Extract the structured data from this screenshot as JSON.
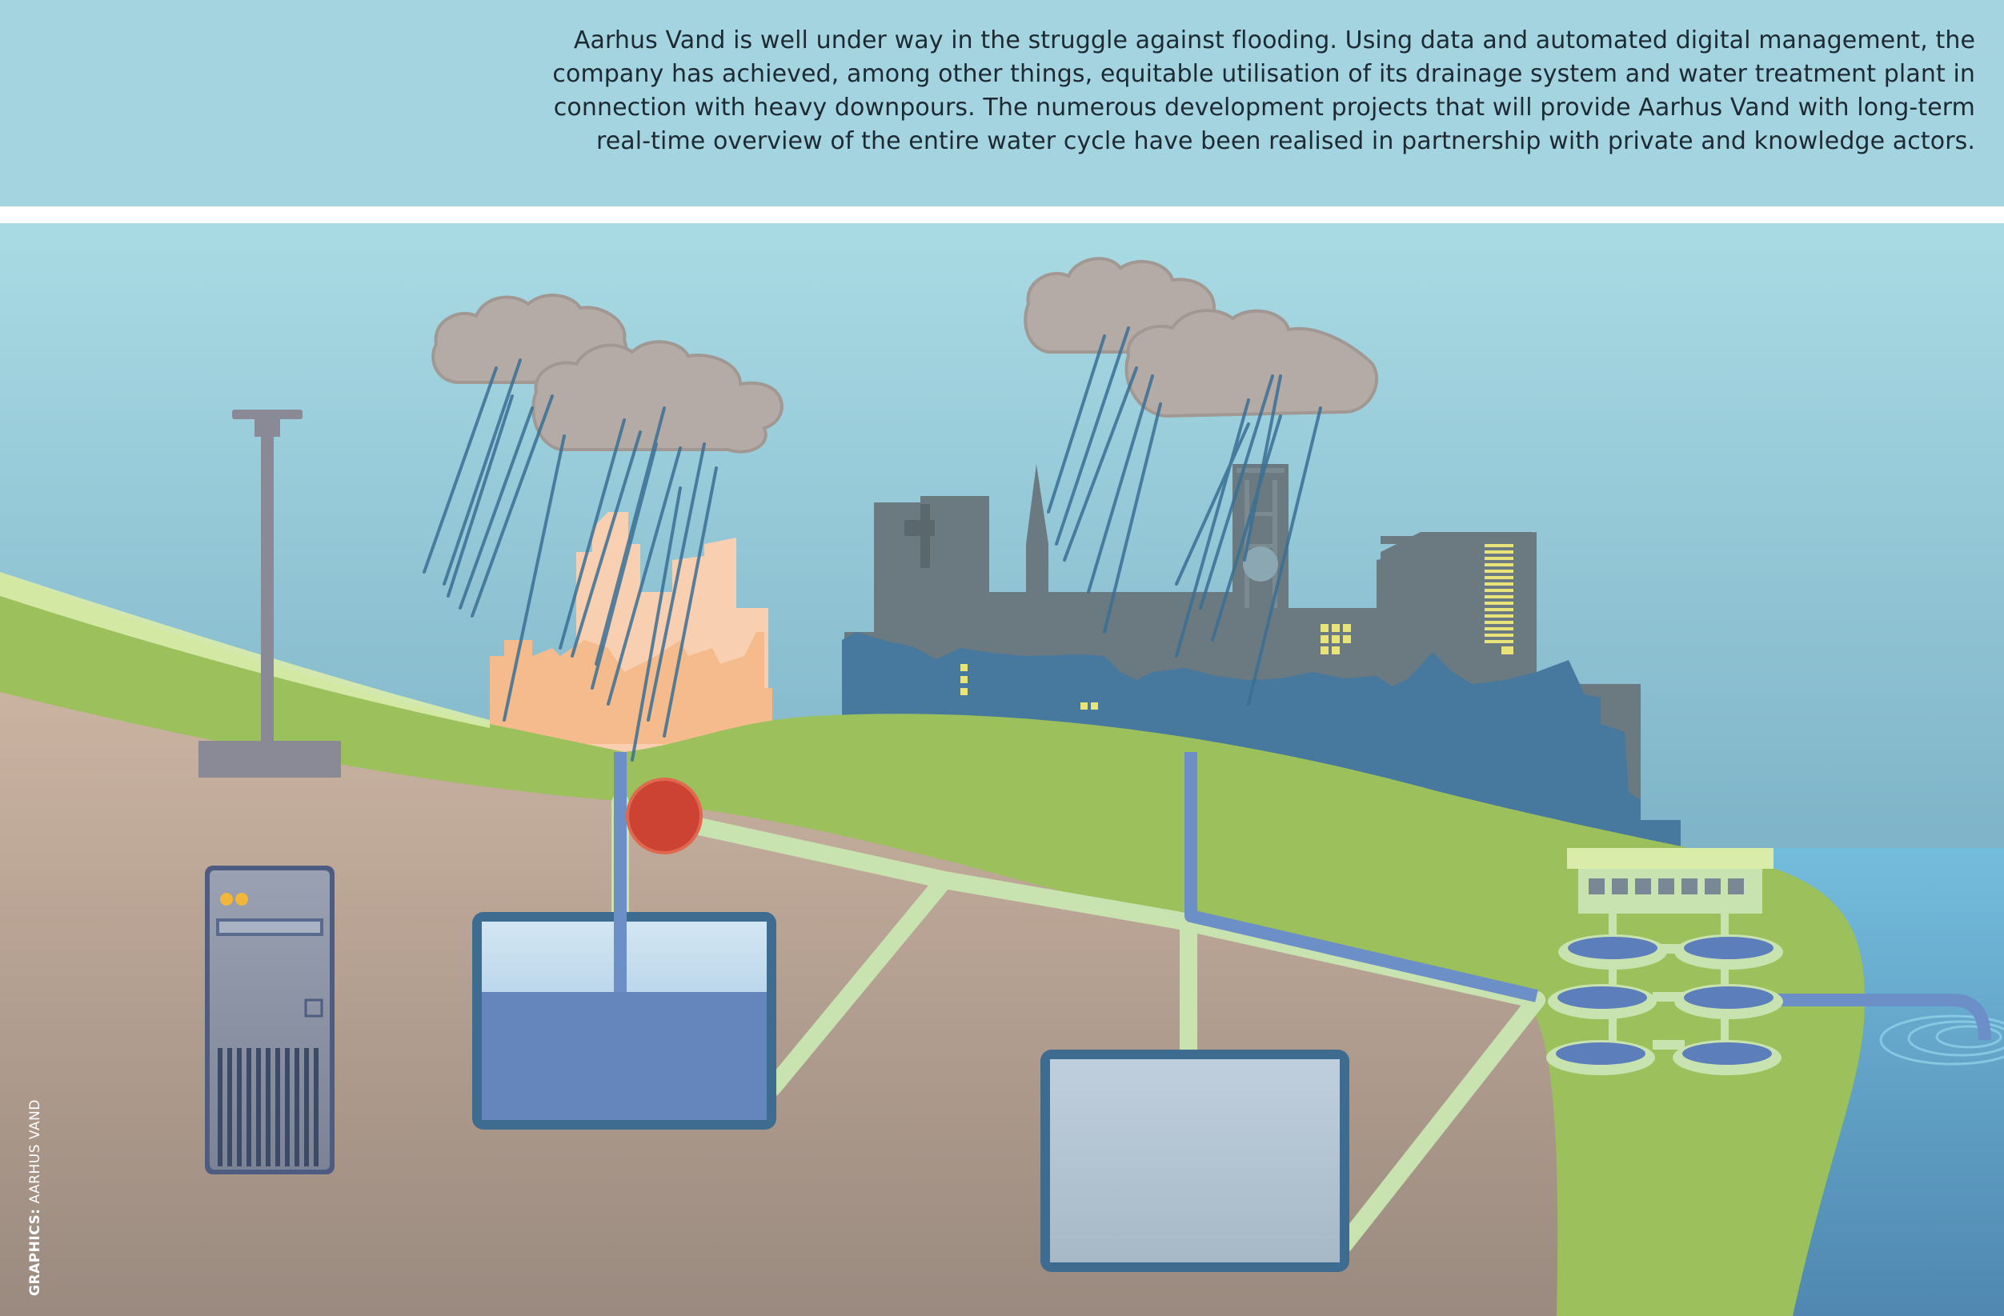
{
  "caption": {
    "text": "Aarhus Vand is well under way in the struggle against flooding. Using data and automated digital management, the company has achieved, among other things, equitable utilisation of its drainage system and water treatment plant in connection with heavy downpours. The numerous development projects that will provide Aarhus Vand with long-term real-time overview of the entire water cycle have been realised in partnership with private and knowledge actors."
  },
  "credit": {
    "label": "GRAPHICS:",
    "source": "AARHUS VAND"
  },
  "colors": {
    "header_bg": "#a3d4e0",
    "sky_top": "#a9dbe4",
    "sky_bottom": "#5f97b4",
    "grass": "#9bc05c",
    "soil_top": "#cbb3a1",
    "soil_bottom": "#9a8a7f",
    "cloud": "#b4aaa6",
    "rain": "#3a6f95",
    "water_tank": "#6486bc",
    "pipe": "#6b8fc6",
    "drain_channel": "#c8e3b0",
    "sea": "#6cb3d6",
    "city_dark": "#6b7a80",
    "city_blue": "#47789d",
    "building_orange": "#f5bb8c",
    "valve_red": "#cc4334"
  },
  "icons": [
    "cloud-icon",
    "rain-gauge-icon",
    "server-icon",
    "valve-icon",
    "treatment-plant-icon"
  ]
}
